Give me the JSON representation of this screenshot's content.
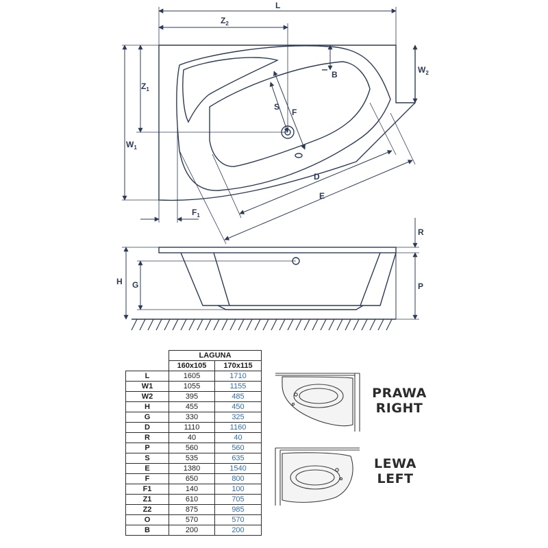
{
  "dimension_labels": {
    "L": "L",
    "Z2": "Z",
    "Z2_sub": "2",
    "Z1": "Z",
    "Z1_sub": "1",
    "W1": "W",
    "W1_sub": "1",
    "W2": "W",
    "W2_sub": "2",
    "F1": "F",
    "F1_sub": "1",
    "B": "B",
    "S": "S",
    "F": "F",
    "D": "D",
    "E": "E",
    "R": "R",
    "P": "P",
    "H": "H",
    "G": "G"
  },
  "table": {
    "model": "LAGUNA",
    "sizes": [
      "160x105",
      "170x115"
    ],
    "rows": [
      {
        "label": "L",
        "v1": "1605",
        "v2": "1710"
      },
      {
        "label": "W1",
        "v1": "1055",
        "v2": "1155"
      },
      {
        "label": "W2",
        "v1": "395",
        "v2": "485"
      },
      {
        "label": "H",
        "v1": "455",
        "v2": "450"
      },
      {
        "label": "G",
        "v1": "330",
        "v2": "325"
      },
      {
        "label": "D",
        "v1": "1110",
        "v2": "1160"
      },
      {
        "label": "R",
        "v1": "40",
        "v2": "40"
      },
      {
        "label": "P",
        "v1": "560",
        "v2": "560"
      },
      {
        "label": "S",
        "v1": "535",
        "v2": "635"
      },
      {
        "label": "E",
        "v1": "1380",
        "v2": "1540"
      },
      {
        "label": "F",
        "v1": "650",
        "v2": "800"
      },
      {
        "label": "F1",
        "v1": "140",
        "v2": "100"
      },
      {
        "label": "Z1",
        "v1": "610",
        "v2": "705"
      },
      {
        "label": "Z2",
        "v1": "875",
        "v2": "985"
      },
      {
        "label": "O",
        "v1": "570",
        "v2": "570"
      },
      {
        "label": "B",
        "v1": "200",
        "v2": "200"
      }
    ]
  },
  "orientations": {
    "right": {
      "line1": "PRAWA",
      "line2": "RIGHT"
    },
    "left": {
      "line1": "LEWA",
      "line2": "LEFT"
    }
  },
  "colors": {
    "line": "#2b3a55",
    "value_secondary": "#2f6fb3"
  }
}
